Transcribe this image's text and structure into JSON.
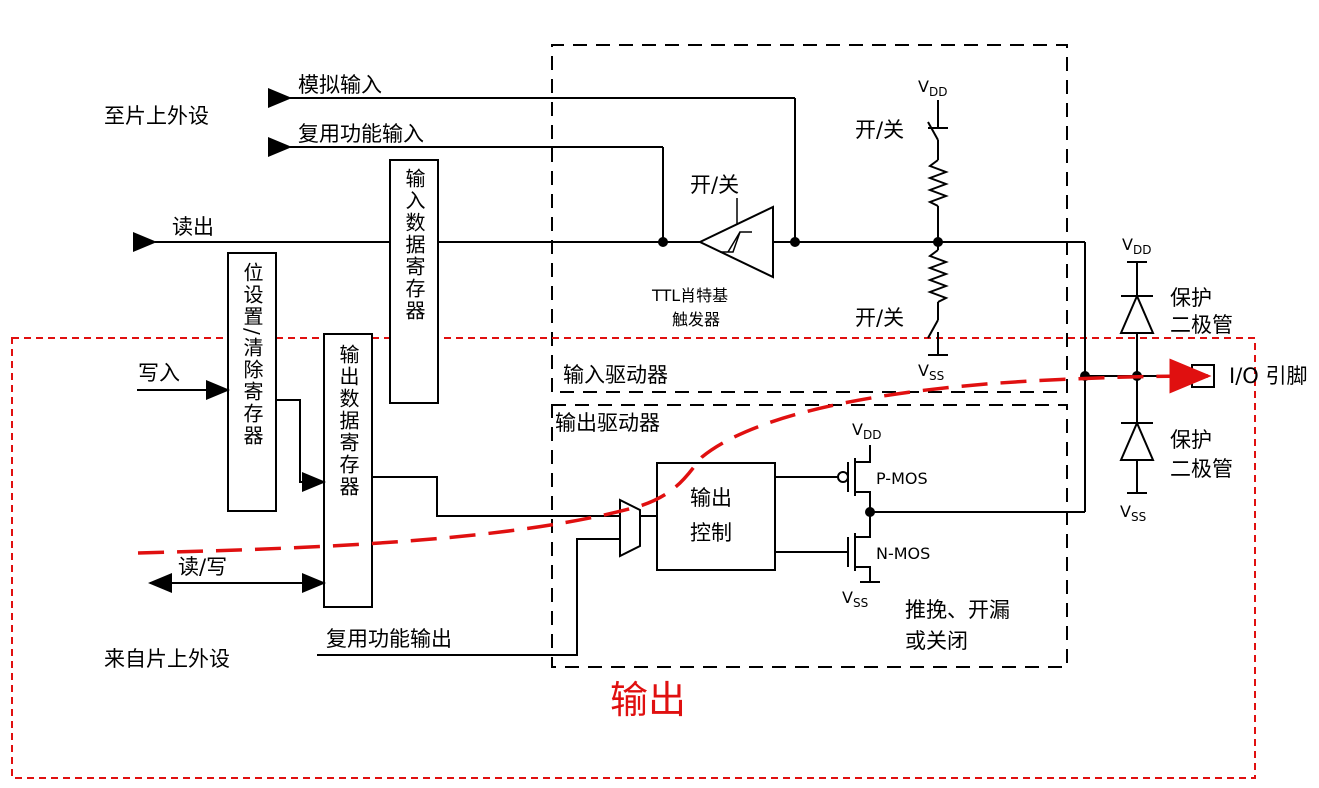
{
  "labels": {
    "analog_input": "模拟输入",
    "to_onchip_peripherals": "至片上外设",
    "alt_function_input": "复用功能输入",
    "read_out": "读出",
    "input_data_register": "输入数据寄存器",
    "bit_set_reset_register": "位设置/清除寄存器",
    "output_data_register": "输出数据寄存器",
    "write_in": "写入",
    "read_write": "读/写",
    "from_onchip_peripherals": "来自片上外设",
    "alt_function_output": "复用功能输出",
    "on_off_schmitt": "开/关",
    "schmitt_line1": "TTL肖特基",
    "schmitt_line2": "触发器",
    "on_off_pullup": "开/关",
    "on_off_pulldown": "开/关",
    "input_driver": "输入驱动器",
    "output_driver": "输出驱动器",
    "output_control_line1": "输出",
    "output_control_line2": "控制",
    "pmos": "P-MOS",
    "nmos": "N-MOS",
    "mode_line1": "推挽、开漏",
    "mode_line2": "或关闭",
    "protect_diode_top_1": "保护",
    "protect_diode_top_2": "二极管",
    "protect_diode_bottom_1": "保护",
    "protect_diode_bottom_2": "二极管",
    "io_pin": "I/O 引脚",
    "output_highlight": "输出"
  },
  "supplies": {
    "vdd_main": "V",
    "vdd_sub": "DD",
    "vss_main": "V",
    "vss_sub": "SS"
  },
  "colors": {
    "highlight": "#e01010",
    "line": "#000000"
  }
}
